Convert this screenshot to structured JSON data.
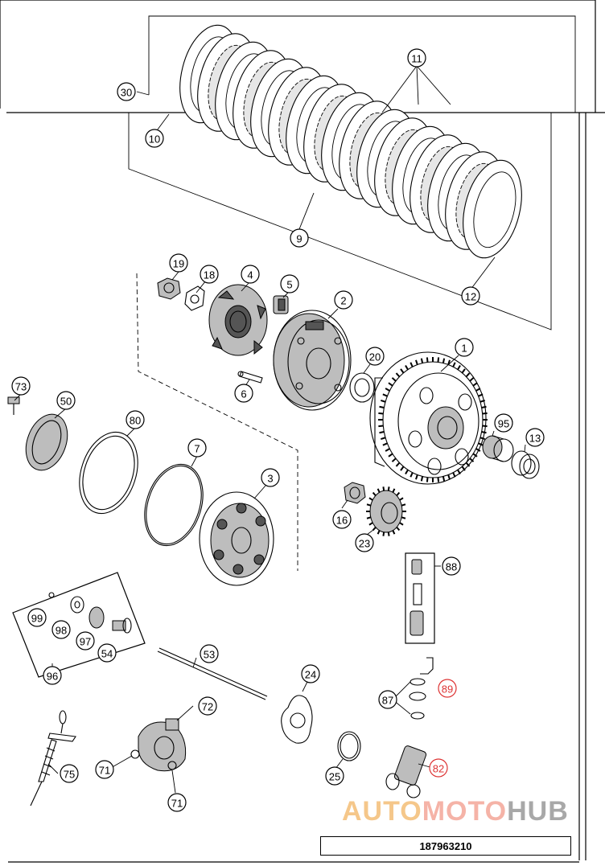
{
  "diagram_number": "187963210",
  "watermark": {
    "brand_parts": [
      "AUTO",
      "MOTO",
      "HUB"
    ]
  },
  "callouts": [
    {
      "id": "c30",
      "label": "30"
    },
    {
      "id": "c11",
      "label": "11"
    },
    {
      "id": "c10",
      "label": "10"
    },
    {
      "id": "c9",
      "label": "9"
    },
    {
      "id": "c12",
      "label": "12"
    },
    {
      "id": "c19",
      "label": "19"
    },
    {
      "id": "c18",
      "label": "18"
    },
    {
      "id": "c4",
      "label": "4"
    },
    {
      "id": "c5",
      "label": "5"
    },
    {
      "id": "c2",
      "label": "2"
    },
    {
      "id": "c1",
      "label": "1"
    },
    {
      "id": "c20",
      "label": "20"
    },
    {
      "id": "c6",
      "label": "6"
    },
    {
      "id": "c73",
      "label": "73"
    },
    {
      "id": "c50",
      "label": "50"
    },
    {
      "id": "c80",
      "label": "80"
    },
    {
      "id": "c7",
      "label": "7"
    },
    {
      "id": "c3",
      "label": "3"
    },
    {
      "id": "c95",
      "label": "95"
    },
    {
      "id": "c13",
      "label": "13"
    },
    {
      "id": "c16",
      "label": "16"
    },
    {
      "id": "c23",
      "label": "23"
    },
    {
      "id": "c88",
      "label": "88"
    },
    {
      "id": "c99",
      "label": "99"
    },
    {
      "id": "c98",
      "label": "98"
    },
    {
      "id": "c97",
      "label": "97"
    },
    {
      "id": "c54",
      "label": "54"
    },
    {
      "id": "c96",
      "label": "96"
    },
    {
      "id": "c53",
      "label": "53"
    },
    {
      "id": "c24",
      "label": "24"
    },
    {
      "id": "c87",
      "label": "87"
    },
    {
      "id": "c89",
      "label": "89"
    },
    {
      "id": "c72",
      "label": "72"
    },
    {
      "id": "c71a",
      "label": "71"
    },
    {
      "id": "c71b",
      "label": "71"
    },
    {
      "id": "c75",
      "label": "75"
    },
    {
      "id": "c25",
      "label": "25"
    },
    {
      "id": "c82",
      "label": "82"
    }
  ]
}
